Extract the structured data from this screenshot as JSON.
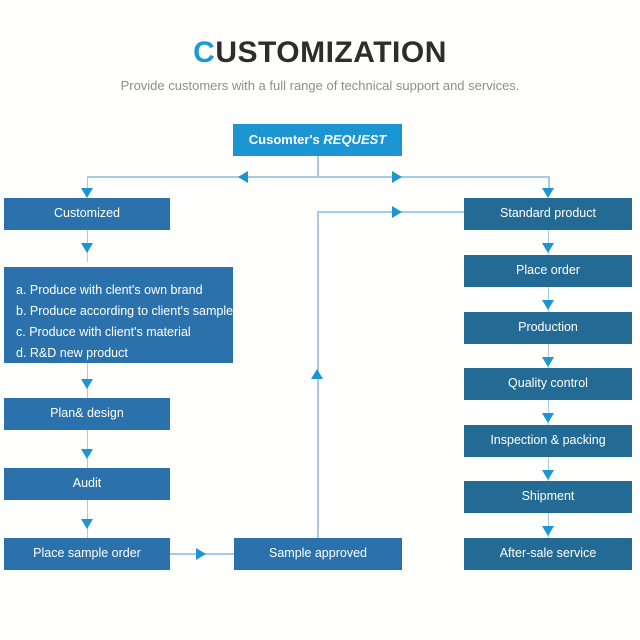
{
  "header": {
    "title_lead": "C",
    "title_rest": "USTOMIZATION",
    "subtitle": "Provide customers with a full range of technical support and services."
  },
  "colors": {
    "root_box": "#1b96d3",
    "mid_box": "#2b72ac",
    "dark_box": "#236b94",
    "connector_line": "#a8cbe4",
    "arrow": "#1b96d3",
    "title_accent": "#199ad6",
    "title_text": "#2d2d2d",
    "subtitle_text": "#8d8d8d",
    "node_text": "#ffffff",
    "background": "#fffffe"
  },
  "root": {
    "label_bold": "Cusomter's",
    "label_italic": "REQUEST"
  },
  "branches": {
    "left": {
      "label": "Customized"
    },
    "right": {
      "label": "Standard product"
    }
  },
  "options_box": {
    "items": [
      "a. Produce with clent's own brand",
      "b. Produce according to client's sample",
      "c. Produce with client's material",
      "d. R&D new product"
    ]
  },
  "left_flow": [
    {
      "label": "Plan& design"
    },
    {
      "label": "Audit"
    },
    {
      "label": "Place sample order"
    }
  ],
  "bottom_middle": {
    "label": "Sample approved"
  },
  "right_flow": [
    {
      "label": "Place order"
    },
    {
      "label": "Production"
    },
    {
      "label": "Quality control"
    },
    {
      "label": "Inspection & packing"
    },
    {
      "label": "Shipment"
    },
    {
      "label": "After-sale service"
    }
  ]
}
